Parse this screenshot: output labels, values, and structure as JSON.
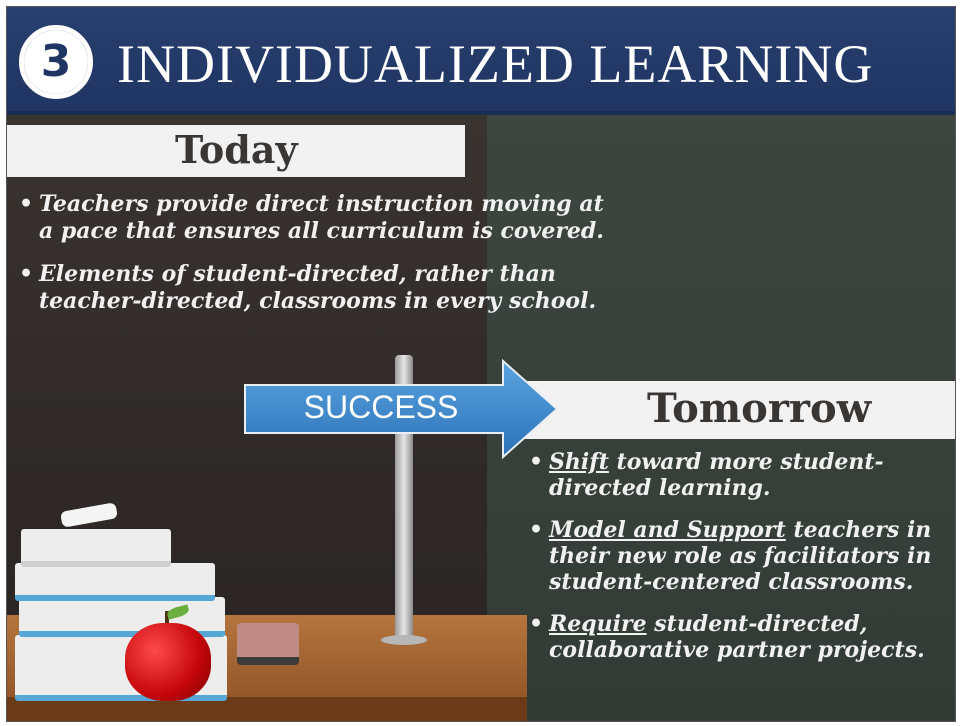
{
  "header": {
    "badge_number": "3",
    "title": "INDIVIDUALIZED LEARNING"
  },
  "today": {
    "heading": "Today",
    "bullets": [
      "Teachers provide direct instruction moving at a pace that ensures all curriculum is covered.",
      "Elements of student-directed, rather than teacher-directed, classrooms in every school."
    ]
  },
  "sign": {
    "label": "SUCCESS"
  },
  "tomorrow": {
    "heading": "Tomorrow",
    "bullets": [
      {
        "emphasis": "Shift",
        "rest": " toward more student-directed learning."
      },
      {
        "emphasis": "Model and Support",
        "rest": " teachers in their new role as facilitators in student-centered classrooms."
      },
      {
        "emphasis": "Require",
        "rest": " student-directed, collaborative partner projects."
      }
    ]
  },
  "colors": {
    "header_blue": "#1f3563",
    "sign_blue": "#3d8ad0",
    "text_light": "#f1f1f1"
  }
}
